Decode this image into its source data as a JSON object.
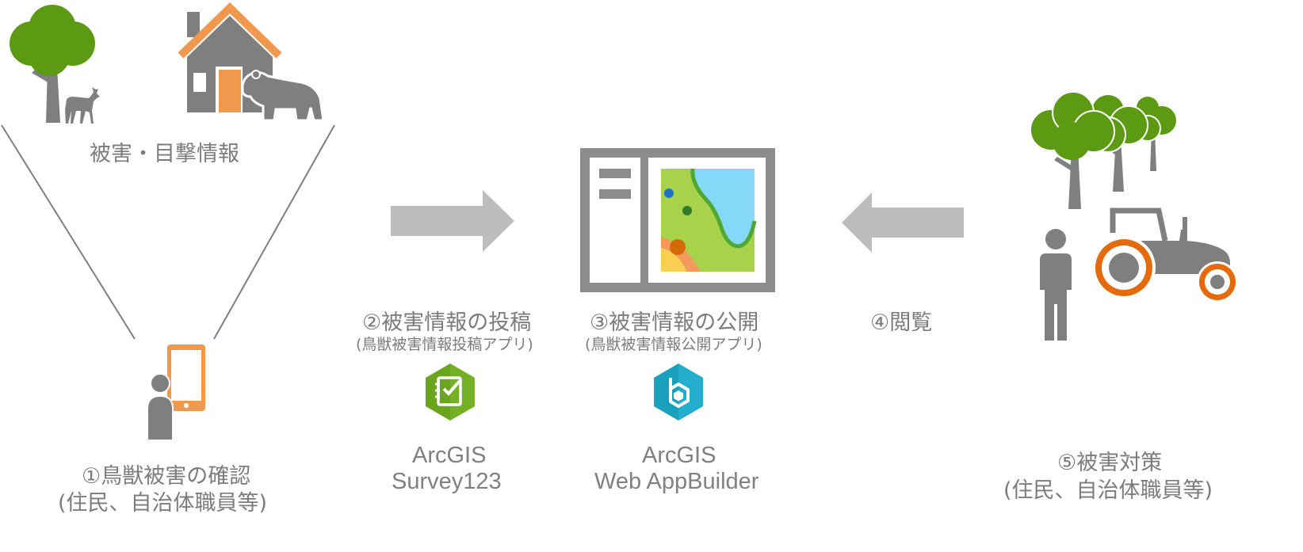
{
  "colors": {
    "gray": "#7f7f7f",
    "orange": "#f0994e",
    "green": "#5b9a12",
    "arrow": "#bdbdbd",
    "tractor_orange": "#e56a0c",
    "map_blue": "#85d8f8",
    "map_green": "#a8d24a",
    "survey_green": "#6aa51d",
    "wab_teal": "#1a9fbd"
  },
  "labels": {
    "sighting": "被害・目撃情報",
    "step1_line1": "①鳥獣被害の確認",
    "step1_line2": "(住民、自治体職員等)",
    "step2_title": "②被害情報の投稿",
    "step2_sub": "(鳥獣被害情報投稿アプリ)",
    "step3_title": "③被害情報の公開",
    "step3_sub": "(鳥獣被害情報公開アプリ)",
    "step4_title": "④閲覧",
    "step5_line1": "⑤被害対策",
    "step5_line2": "(住民、自治体職員等)"
  },
  "apps": {
    "survey_line1": "ArcGIS",
    "survey_line2": "Survey123",
    "wab_line1": "ArcGIS",
    "wab_line2": "Web AppBuilder"
  }
}
